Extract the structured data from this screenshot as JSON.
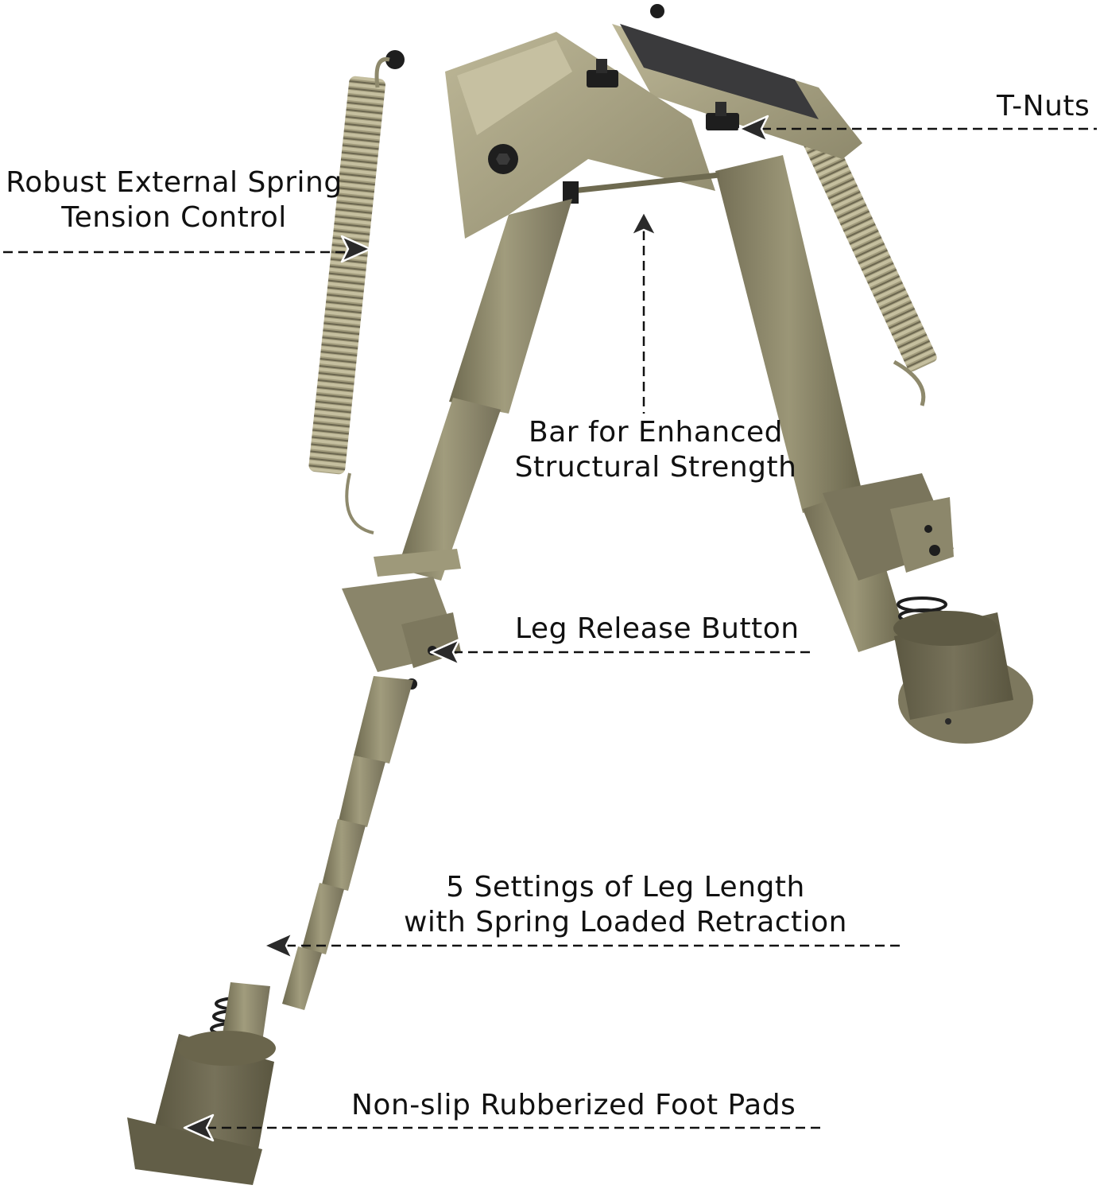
{
  "product": {
    "name": "bipod",
    "colors": {
      "body": "#8f8a6c",
      "body_light": "#b1ab8c",
      "body_dark": "#6e6a50",
      "foot": "#6f6a4e",
      "rail": "#3a3a3c",
      "hardware": "#1e1e1e",
      "background": "#ffffff",
      "text": "#111111"
    }
  },
  "callouts": [
    {
      "id": "t-nuts",
      "lines": [
        "T-Nuts"
      ],
      "arrow_direction": "left"
    },
    {
      "id": "spring",
      "lines": [
        "Robust External Spring",
        "Tension Control"
      ],
      "arrow_direction": "right"
    },
    {
      "id": "bar",
      "lines": [
        "Bar for Enhanced",
        "Structural Strength"
      ],
      "arrow_direction": "up"
    },
    {
      "id": "leg-release",
      "lines": [
        "Leg Release Button"
      ],
      "arrow_direction": "left"
    },
    {
      "id": "leg-length",
      "lines": [
        "5 Settings of Leg Length",
        "with Spring Loaded Retraction"
      ],
      "arrow_direction": "left"
    },
    {
      "id": "foot-pads",
      "lines": [
        "Non-slip Rubberized Foot Pads"
      ],
      "arrow_direction": "left"
    }
  ]
}
